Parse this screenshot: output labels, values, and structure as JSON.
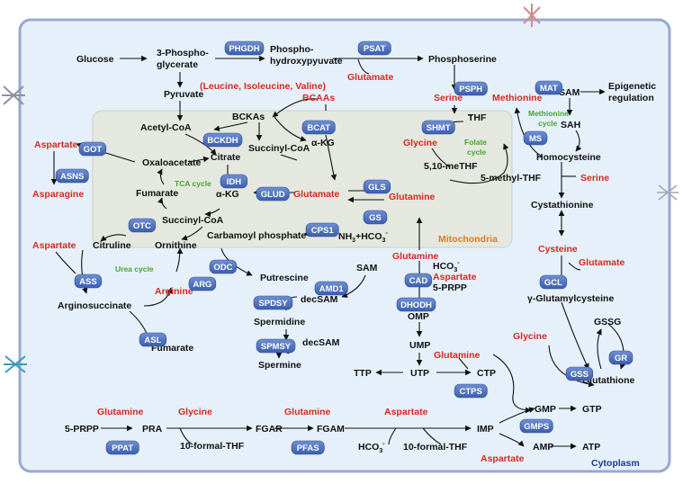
{
  "compartments": {
    "cytoplasm": "Cytoplasm",
    "mitochondria": "Mitochondria"
  },
  "cycles": {
    "tca": "TCA cycle",
    "urea": "Urea cycle",
    "folate": [
      "Folate",
      "cycle"
    ],
    "methionine": [
      "Methionine",
      "cycle"
    ]
  },
  "enzymes": {
    "phgdh": "PHGDH",
    "psat": "PSAT",
    "psph": "PSPH",
    "got": "GOT",
    "asns": "ASNS",
    "bckdh": "BCKDH",
    "bcat": "BCAT",
    "idh": "IDH",
    "glud": "GLUD",
    "gls": "GLS",
    "gs": "GS",
    "otc": "OTC",
    "cps1": "CPS1",
    "shmt": "SHMT",
    "mat": "MAT",
    "ms": "MS",
    "ass": "ASS",
    "arg": "ARG",
    "asl": "ASL",
    "odc": "ODC",
    "amd1": "AMD1",
    "spdsy": "SPDSY",
    "spmsy": "SPMSY",
    "cad": "CAD",
    "dhodh": "DHODH",
    "ctps": "CTPS",
    "gcl": "GCL",
    "gss": "GSS",
    "gr": "GR",
    "gmps": "GMPS",
    "ppat": "PPAT",
    "pfas": "PFAS"
  },
  "metabolites": {
    "glucose": "Glucose",
    "phospho3_a": "3-Phospho-",
    "phospho3_b": "glycerate",
    "phphp_a": "Phospho-",
    "phphp_b": "hydroxypyuvate",
    "phosphoserine": "Phosphoserine",
    "glutamate_psat": "Glutamate",
    "pyruvate": "Pyruvate",
    "bcaa_list": "(Leucine, Isoleucine, Valine)",
    "bcaas": "BCAAs",
    "serine_top": "Serine",
    "methionine": "Methionine",
    "sam_top": "SAM",
    "epigenetic_a": "Epigenetic",
    "epigenetic_b": "regulation",
    "acetylcoa": "Acetyl-CoA",
    "bckas": "BCKAs",
    "succinylcoa_top": "Succinyl-CoA",
    "akg_top": "α-KG",
    "thf": "THF",
    "sah": "SAH",
    "aspartate_got": "Aspartate",
    "glycine_folate": "Glycine",
    "mthf": "5,10-meTHF",
    "homocysteine": "Homocysteine",
    "oxaloacetate": "Oxaloacetate",
    "citrate": "Citrate",
    "methylthf": "5-methyl-THF",
    "serine_right": "Serine",
    "asparagine": "Asparagine",
    "fumarate_tca": "Fumarate",
    "akg_tca": "α-KG",
    "glutamate_glud": "Glutamate",
    "glutamine_mito": "Glutamine",
    "cystathionine": "Cystathionine",
    "succinylcoa_tca": "Succinyl-CoA",
    "carbamoyl": "Carbamoyl phosphate",
    "nh3": "NH",
    "nh3_sub": "3",
    "hco3": "+HCO",
    "hco3_sub": "3",
    "hco3_sup": "-",
    "aspartate_urea": "Aspartate",
    "citruline": "Citruline",
    "ornithine": "Ornithine",
    "cysteine": "Cysteine",
    "glutamate_gcl": "Glutamate",
    "glutamine_cad": "Glutamine",
    "hco3_cad": "HCO",
    "hco3_cad_sub": "3",
    "hco3_cad_sup": "-",
    "aspartate_cad": "Aspartate",
    "prpp_cad": "5-PRPP",
    "sam_poly": "SAM",
    "putrescine": "Putrescine",
    "arginosuccinate": "Arginosuccinate",
    "arginine": "Arginine",
    "decsam_1": "decSAM",
    "gglutamylcys": "γ-Glutamylcysteine",
    "omp": "OMP",
    "spermidine": "Spermidine",
    "gssg": "GSSG",
    "fumarate_urea": "Fumarate",
    "decsam_2": "decSAM",
    "glycine_gsh": "Glycine",
    "ump": "UMP",
    "spermine": "Spermine",
    "glutamine_ctps": "Glutamine",
    "ttp": "TTP",
    "utp": "UTP",
    "ctp": "CTP",
    "glutathione": "Glutathione",
    "gmp": "GMP",
    "gtp": "GTP",
    "glutamine_ppat": "Glutamine",
    "glycine_pur": "Glycine",
    "glutamine_pfas": "Glutamine",
    "aspartate_pur": "Aspartate",
    "prpp_pur": "5-PRPP",
    "pra": "PRA",
    "fgar": "FGAR",
    "fgam": "FGAM",
    "imp": "IMP",
    "formal_thf_1": "10-formal-THF",
    "hco3_pur": "HCO",
    "hco3_pur_sub": "3",
    "hco3_pur_sup": "-",
    "formal_thf_2": "10-formal-THF",
    "amp": "AMP",
    "atp": "ATP",
    "aspartate_amp": "Aspartate"
  }
}
